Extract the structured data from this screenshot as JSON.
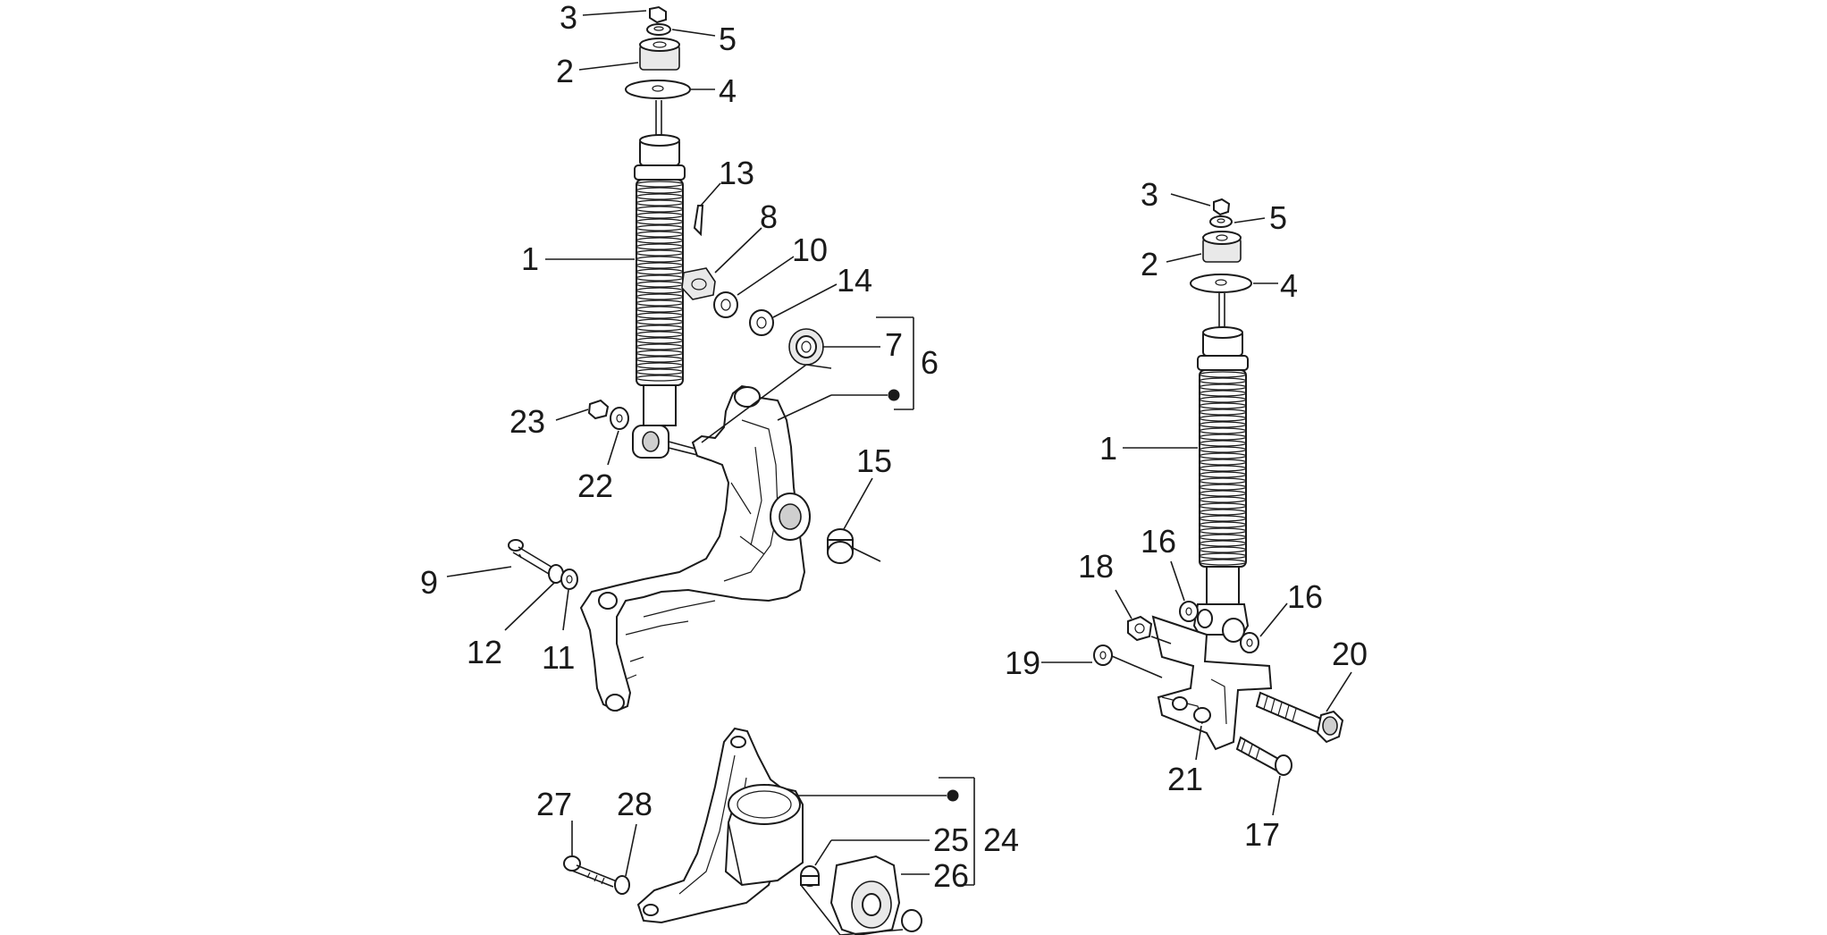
{
  "callouts": {
    "left_top": {
      "c3": "3",
      "c5": "5",
      "c2": "2",
      "c4": "4",
      "c13": "13",
      "c8": "8",
      "c10": "10",
      "c14": "14",
      "c1": "1",
      "c7": "7",
      "c6": "6",
      "c23": "23",
      "c22": "22",
      "c15": "15",
      "c9": "9",
      "c12": "12",
      "c11": "11"
    },
    "right": {
      "c3": "3",
      "c5": "5",
      "c2": "2",
      "c4": "4",
      "c1": "1",
      "c16a": "16",
      "c16b": "16",
      "c18": "18",
      "c19": "19",
      "c20": "20",
      "c21": "21",
      "c17": "17"
    },
    "bottom": {
      "c27": "27",
      "c28": "28",
      "c25": "25",
      "c24": "24",
      "c26": "26"
    }
  },
  "colors": {
    "line": "#1a1a1a",
    "background": "#ffffff"
  }
}
